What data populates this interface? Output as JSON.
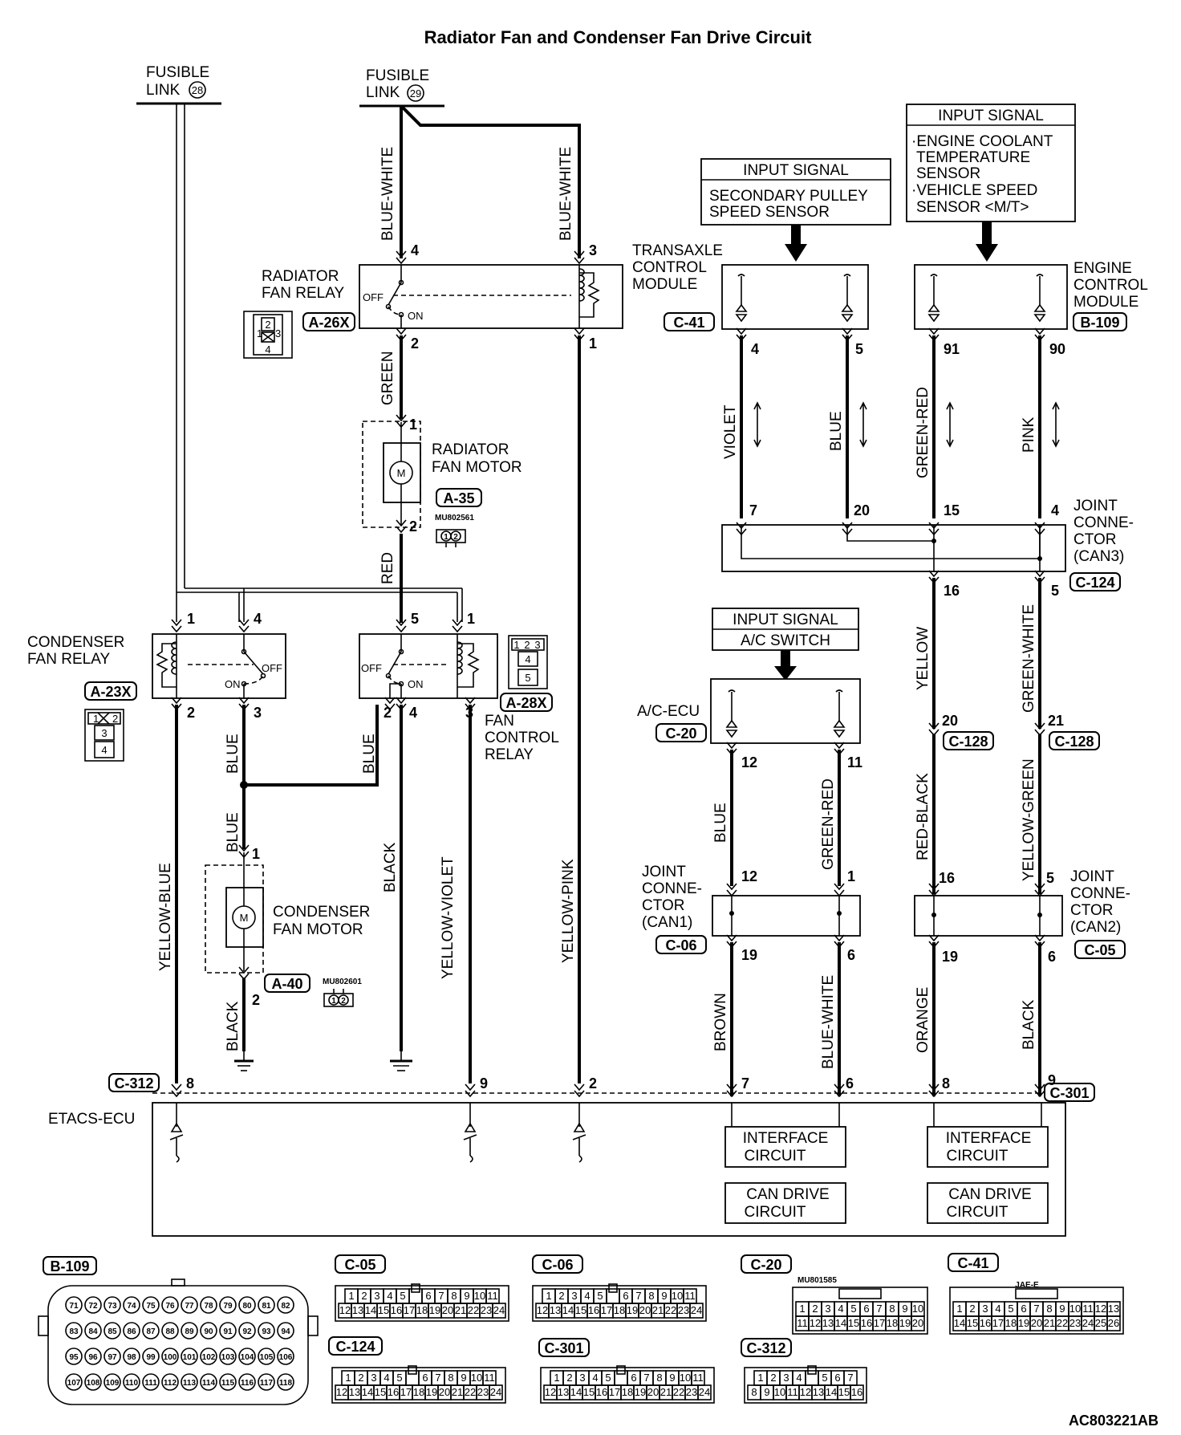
{
  "title": "Radiator Fan and Condenser Fan Drive Circuit",
  "doc_code": "AC803221AB",
  "fusible_links": [
    {
      "line1": "FUSIBLE",
      "line2": "LINK",
      "num": "28"
    },
    {
      "line1": "FUSIBLE",
      "line2": "LINK",
      "num": "29"
    }
  ],
  "relays": {
    "radiator_fan_relay": {
      "line1": "RADIATOR",
      "line2": "FAN RELAY",
      "connector": "A-26X",
      "off": "OFF",
      "on": "ON"
    },
    "condenser_fan_relay": {
      "line1": "CONDENSER",
      "line2": "FAN RELAY",
      "connector": "A-23X",
      "off": "OFF",
      "on": "ON"
    },
    "fan_control_relay": {
      "line1": "FAN",
      "line2": "CONTROL",
      "line3": "RELAY",
      "connector": "A-28X",
      "off": "OFF",
      "on": "ON"
    }
  },
  "motors": {
    "radiator_fan_motor": {
      "line1": "RADIATOR",
      "line2": "FAN MOTOR",
      "connector": "A-35",
      "part": "MU802561"
    },
    "condenser_fan_motor": {
      "line1": "CONDENSER",
      "line2": "FAN MOTOR",
      "connector": "A-40",
      "part": "MU802601"
    }
  },
  "modules": {
    "tcm": {
      "line1": "TRANSAXLE",
      "line2": "CONTROL",
      "line3": "MODULE",
      "connector": "C-41"
    },
    "ecm": {
      "line1": "ENGINE",
      "line2": "CONTROL",
      "line3": "MODULE",
      "connector": "B-109"
    },
    "ac_ecu": {
      "label": "A/C-ECU",
      "connector": "C-20"
    },
    "etacs": {
      "label": "ETACS-ECU",
      "conn_left": "C-312",
      "conn_right": "C-301"
    }
  },
  "input_signals": {
    "tcm": {
      "header": "INPUT SIGNAL",
      "line1": "SECONDARY PULLEY",
      "line2": "SPEED SENSOR"
    },
    "ecm": {
      "header": "INPUT SIGNAL",
      "line1": "·ENGINE COOLANT",
      "line2": "TEMPERATURE",
      "line3": "SENSOR",
      "line4": "·VEHICLE SPEED",
      "line5": "SENSOR <M/T>"
    },
    "ac": {
      "header": "INPUT SIGNAL",
      "line1": "A/C SWITCH"
    }
  },
  "joint_connectors": {
    "can3": {
      "line1": "JOINT",
      "line2": "CONNE-",
      "line3": "CTOR",
      "line4": "(CAN3)",
      "connector": "C-124"
    },
    "can1": {
      "line1": "JOINT",
      "line2": "CONNE-",
      "line3": "CTOR",
      "line4": "(CAN1)",
      "connector": "C-06"
    },
    "can2": {
      "line1": "JOINT",
      "line2": "CONNE-",
      "line3": "CTOR",
      "line4": "(CAN2)",
      "connector": "C-05"
    }
  },
  "circuit_blocks": {
    "interface": {
      "line1": "INTERFACE",
      "line2": "CIRCUIT"
    },
    "can_drive": {
      "line1": "CAN DRIVE",
      "line2": "CIRCUIT"
    }
  },
  "wire_colors": {
    "bw1": "BLUE-WHITE",
    "bw2": "BLUE-WHITE",
    "green": "GREEN",
    "red": "RED",
    "blue_a": "BLUE",
    "blue_b": "BLUE",
    "blue_c": "BLUE",
    "yellow_blue": "YELLOW-BLUE",
    "black_a": "BLACK",
    "black_b": "BLACK",
    "yellow_violet": "YELLOW-VIOLET",
    "yellow_pink": "YELLOW-PINK",
    "violet": "VIOLET",
    "blue_d": "BLUE",
    "green_red_a": "GREEN-RED",
    "pink": "PINK",
    "yellow": "YELLOW",
    "green_white": "GREEN-WHITE",
    "red_black": "RED-BLACK",
    "yellow_green": "YELLOW-GREEN",
    "blue_e": "BLUE",
    "green_red_b": "GREEN-RED",
    "brown": "BROWN",
    "blue_white": "BLUE-WHITE",
    "orange": "ORANGE",
    "black_c": "BLACK"
  },
  "pins": {
    "rfr4": "4",
    "rfr3": "3",
    "rfr2": "2",
    "rfr1": "1",
    "rfm1": "1",
    "rfm2": "2",
    "cfr1": "1",
    "cfr4": "4",
    "cfr2": "2",
    "cfr3": "3",
    "fcr5": "5",
    "fcr1": "1",
    "fcr2": "2",
    "fcr4": "4",
    "fcr3": "3",
    "cfm1": "1",
    "cfm2": "2",
    "tcm4": "4",
    "tcm5": "5",
    "ecm91": "91",
    "ecm90": "90",
    "j7": "7",
    "j20": "20",
    "j15": "15",
    "j4": "4",
    "j16": "16",
    "j5": "5",
    "c128a": "20",
    "c128b": "21",
    "ac12": "12",
    "ac11": "11",
    "can1_12": "12",
    "can1_1": "1",
    "can1_19": "19",
    "can1_6": "6",
    "can2_16": "16",
    "can2_5": "5",
    "can2_19": "19",
    "can2_6": "6",
    "e8": "8",
    "e9": "9",
    "e2": "2",
    "e7": "7",
    "e6": "6",
    "e8b": "8",
    "e9b": "9"
  },
  "inline_connector": "C-128",
  "connector_views": {
    "b109": {
      "tag": "B-109",
      "row1": [
        "71",
        "72",
        "73",
        "74",
        "75",
        "76",
        "77",
        "78",
        "79",
        "80",
        "81",
        "82"
      ],
      "row2": [
        "83",
        "84",
        "85",
        "86",
        "87",
        "88",
        "89",
        "90",
        "91",
        "92",
        "93",
        "94"
      ],
      "row3": [
        "95",
        "96",
        "97",
        "98",
        "99",
        "100",
        "101",
        "102",
        "103",
        "104",
        "105",
        "106"
      ],
      "row4": [
        "107",
        "108",
        "109",
        "110",
        "111",
        "112",
        "113",
        "114",
        "115",
        "116",
        "117",
        "118"
      ]
    },
    "c05": {
      "tag": "C-05",
      "row1": [
        "1",
        "2",
        "3",
        "4",
        "5",
        "",
        "6",
        "7",
        "8",
        "9",
        "10",
        "11"
      ],
      "row2": [
        "12",
        "13",
        "14",
        "15",
        "16",
        "17",
        "18",
        "19",
        "20",
        "21",
        "22",
        "23",
        "24"
      ]
    },
    "c06": {
      "tag": "C-06",
      "row1": [
        "1",
        "2",
        "3",
        "4",
        "5",
        "",
        "6",
        "7",
        "8",
        "9",
        "10",
        "11"
      ],
      "row2": [
        "12",
        "13",
        "14",
        "15",
        "16",
        "17",
        "18",
        "19",
        "20",
        "21",
        "22",
        "23",
        "24"
      ]
    },
    "c20": {
      "tag": "C-20",
      "part": "MU801585",
      "row1": [
        "1",
        "2",
        "3",
        "4",
        "5",
        "6",
        "7",
        "8",
        "9",
        "10"
      ],
      "row2": [
        "11",
        "12",
        "13",
        "14",
        "15",
        "16",
        "17",
        "18",
        "19",
        "20"
      ]
    },
    "c41": {
      "tag": "C-41",
      "part": "JAE-E",
      "row1": [
        "1",
        "2",
        "3",
        "4",
        "5",
        "6",
        "7",
        "8",
        "9",
        "10",
        "11",
        "12",
        "13"
      ],
      "row2": [
        "14",
        "15",
        "16",
        "17",
        "18",
        "19",
        "20",
        "21",
        "22",
        "23",
        "24",
        "25",
        "26"
      ]
    },
    "c124": {
      "tag": "C-124",
      "row1": [
        "1",
        "2",
        "3",
        "4",
        "5",
        "",
        "6",
        "7",
        "8",
        "9",
        "10",
        "11"
      ],
      "row2": [
        "12",
        "13",
        "14",
        "15",
        "16",
        "17",
        "18",
        "19",
        "20",
        "21",
        "22",
        "23",
        "24"
      ]
    },
    "c301": {
      "tag": "C-301",
      "row1": [
        "1",
        "2",
        "3",
        "4",
        "5",
        "",
        "6",
        "7",
        "8",
        "9",
        "10",
        "11"
      ],
      "row2": [
        "12",
        "13",
        "14",
        "15",
        "16",
        "17",
        "18",
        "19",
        "20",
        "21",
        "22",
        "23",
        "24"
      ]
    },
    "c312": {
      "tag": "C-312",
      "row1": [
        "1",
        "2",
        "3",
        "4",
        "",
        "5",
        "6",
        "7"
      ],
      "row2": [
        "8",
        "9",
        "10",
        "11",
        "12",
        "13",
        "14",
        "15",
        "16"
      ]
    }
  },
  "mini_connectors": {
    "a26x": {
      "p1": "1",
      "p2": "2",
      "p3": "3",
      "p4": "4"
    },
    "a23x": {
      "p1": "1",
      "p2": "2",
      "p3": "3",
      "p4": "4"
    },
    "a28x": {
      "p1": "1",
      "p2": "2",
      "p3": "3",
      "p4": "4",
      "p5": "5"
    },
    "motor": {
      "p1": "1",
      "p2": "2"
    }
  }
}
